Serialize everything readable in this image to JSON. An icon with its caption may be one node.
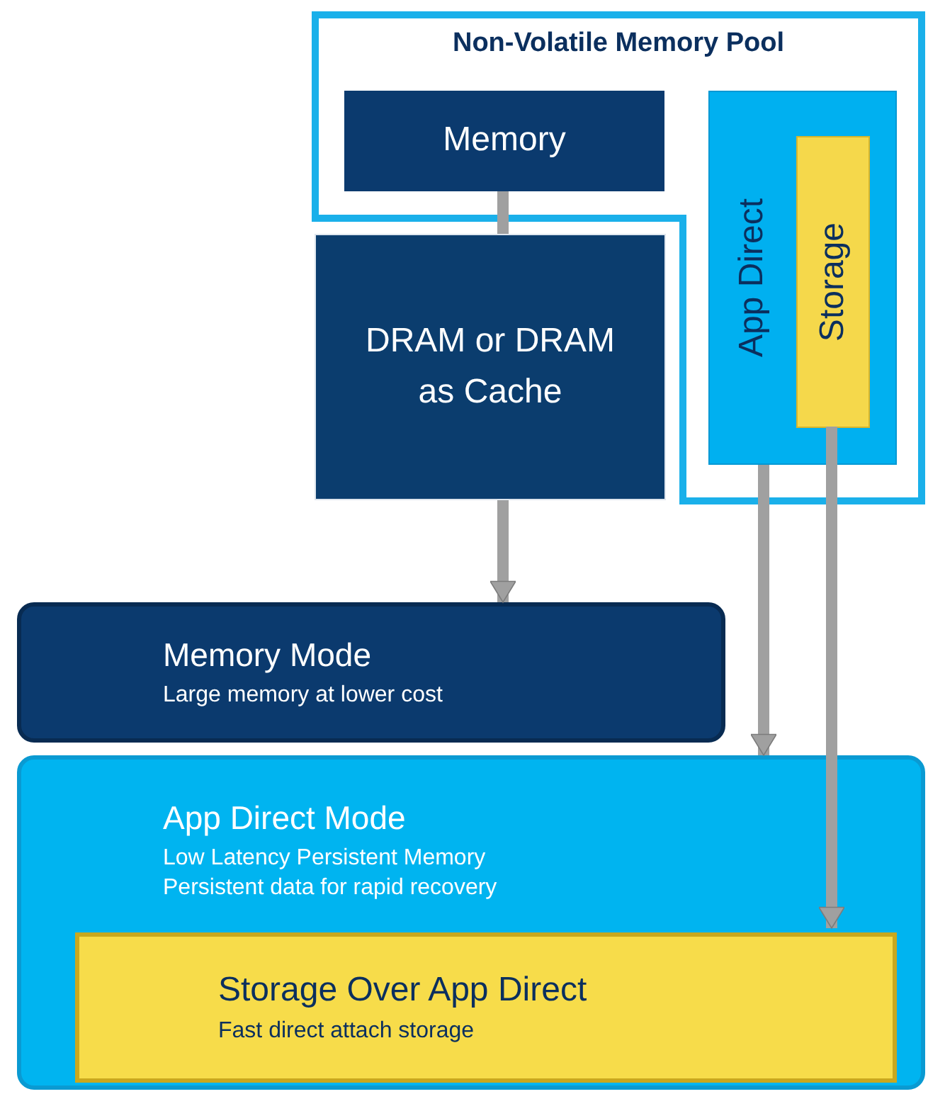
{
  "diagram": {
    "nodes": [
      {
        "text": [
          "Non-Volatile Memory Pool"
        ]
      },
      {
        "text": [
          "Memory"
        ],
        "in": 0
      },
      {
        "text": [
          "App Direct"
        ],
        "in": 0
      },
      {
        "text": [
          "Storage"
        ],
        "in": 2
      },
      {
        "text": [
          "DRAM or DRAM as Cache"
        ]
      },
      {
        "text": [
          "Memory Mode",
          "Large memory at lower cost"
        ]
      },
      {
        "text": [
          "App Direct Mode",
          "Low Latency Persistent Memory",
          "Persistent data for rapid recovery"
        ]
      },
      {
        "text": [
          "Storage Over App Direct",
          "Fast direct attach storage"
        ],
        "in": 6
      }
    ],
    "edges": [
      {
        "from": 1,
        "to": 4,
        "arrow": "none"
      },
      {
        "from": 4,
        "to": 5,
        "arrow": "to"
      },
      {
        "from": 2,
        "to": 6,
        "arrow": "to"
      },
      {
        "from": 3,
        "to": 7,
        "arrow": "to"
      }
    ]
  }
}
